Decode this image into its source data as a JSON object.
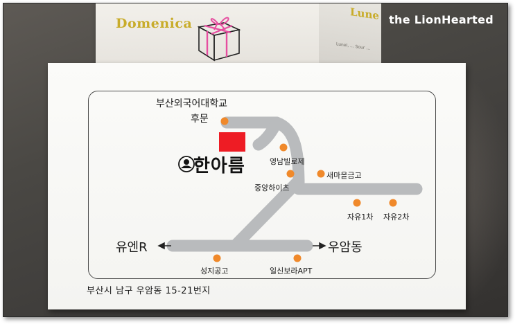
{
  "watermark": "the LionHearted",
  "box": {
    "brand_left": "Domenica",
    "brand_right": "Lune",
    "fine_print": "Lunel, ... Sour ..."
  },
  "card": {
    "landmarks": {
      "university": "부산외국어대학교",
      "rear_gate": "후문",
      "yeongnam_villa": "영남빌로제",
      "jungang_heights": "중앙하이츠",
      "saemaeul_bank": "새마을금고",
      "jayu_1": "자유1차",
      "jayu_2": "자유2차",
      "seongji_school": "성지공고",
      "ilsin_bora": "일신보라APT"
    },
    "brand_name": "한아름",
    "direction_west": "유엔R",
    "direction_east": "우암동",
    "address": "부산시 남구 우암동 15-21번지"
  },
  "colors": {
    "road": "#b9bbbd",
    "marker": "#f0892a",
    "store": "#ee1c24"
  }
}
